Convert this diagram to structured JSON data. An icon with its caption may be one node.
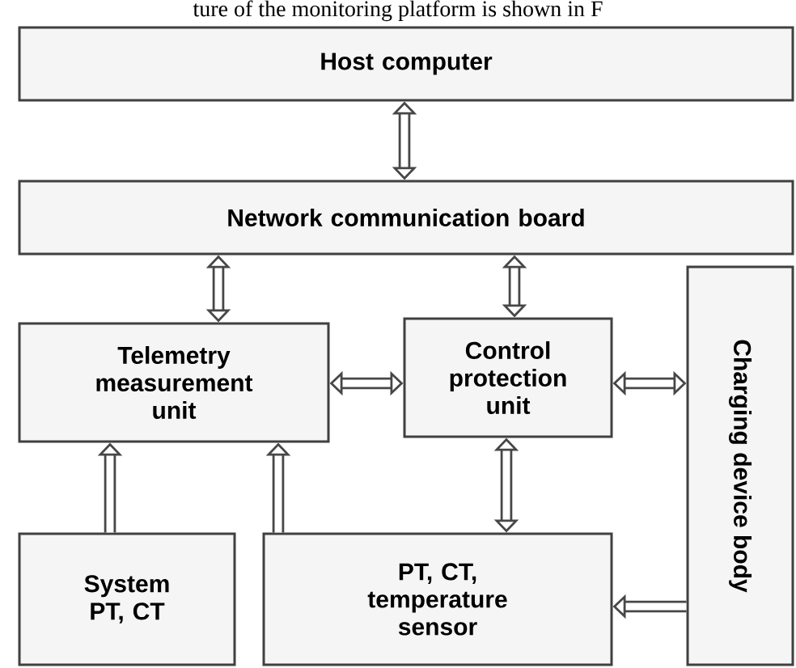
{
  "diagram": {
    "nodes": [
      {
        "text": [
          "Host computer"
        ]
      },
      {
        "text": [
          "Network communication board"
        ]
      },
      {
        "text": [
          "Telemetry measurement unit"
        ]
      },
      {
        "text": [
          "Control protection unit"
        ]
      },
      {
        "text": [
          "Charging device body"
        ]
      },
      {
        "text": [
          "System PT, CT"
        ]
      },
      {
        "text": [
          "PT, CT, temperature sensor"
        ]
      }
    ],
    "edges": [
      {
        "from": 0,
        "to": 1,
        "arrow": "both"
      },
      {
        "from": 1,
        "to": 2,
        "arrow": "both"
      },
      {
        "from": 1,
        "to": 3,
        "arrow": "both"
      },
      {
        "from": 2,
        "to": 3,
        "arrow": "both"
      },
      {
        "from": 3,
        "to": 4,
        "arrow": "both"
      },
      {
        "from": 5,
        "to": 2,
        "arrow": "to"
      },
      {
        "from": 6,
        "to": 2,
        "arrow": "to"
      },
      {
        "from": 3,
        "to": 6,
        "arrow": "both"
      },
      {
        "from": 4,
        "to": 6,
        "arrow": "to"
      }
    ],
    "labels": [
      "ture of the monitoring platform is shown in F"
    ]
  }
}
